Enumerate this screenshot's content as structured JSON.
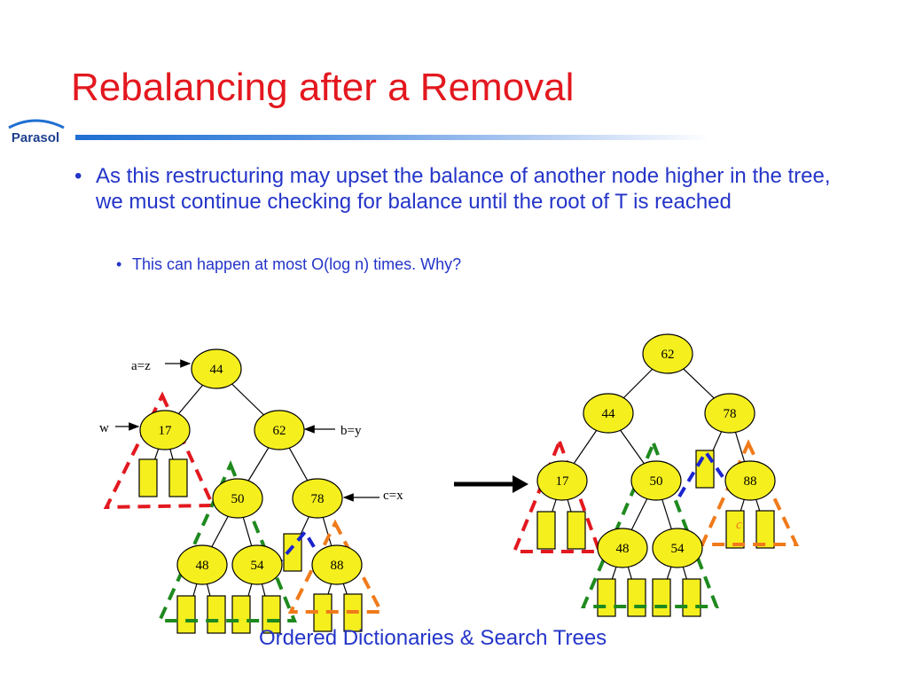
{
  "slide": {
    "title": "Rebalancing after a Removal",
    "logo_text": "Parasol",
    "bullets": [
      {
        "text": "As this restructuring may upset the balance of another node higher in the tree, we must continue checking for balance until the root of T is reached",
        "marker": "•"
      },
      {
        "text": "This can happen at most O(log n) times. Why?",
        "marker": "•"
      }
    ],
    "footer": "Ordered Dictionaries & Search Trees"
  },
  "colors": {
    "title": "#e3181f",
    "body": "#2435c9",
    "node_fill": "#f5ef1e",
    "red_dash": "#e3181f",
    "green_dash": "#1e8a1e",
    "blue_dash": "#1a24d0",
    "orange_dash": "#f07a1a"
  },
  "left_tree": {
    "nodes": [
      "44",
      "17",
      "62",
      "50",
      "78",
      "48",
      "54",
      "88"
    ],
    "labels": {
      "a": "a=z",
      "w": "w",
      "b": "b=y",
      "c": "c=x"
    }
  },
  "right_tree": {
    "nodes": [
      "62",
      "44",
      "78",
      "17",
      "50",
      "88",
      "48",
      "54"
    ],
    "labels": {
      "c": "c"
    }
  }
}
